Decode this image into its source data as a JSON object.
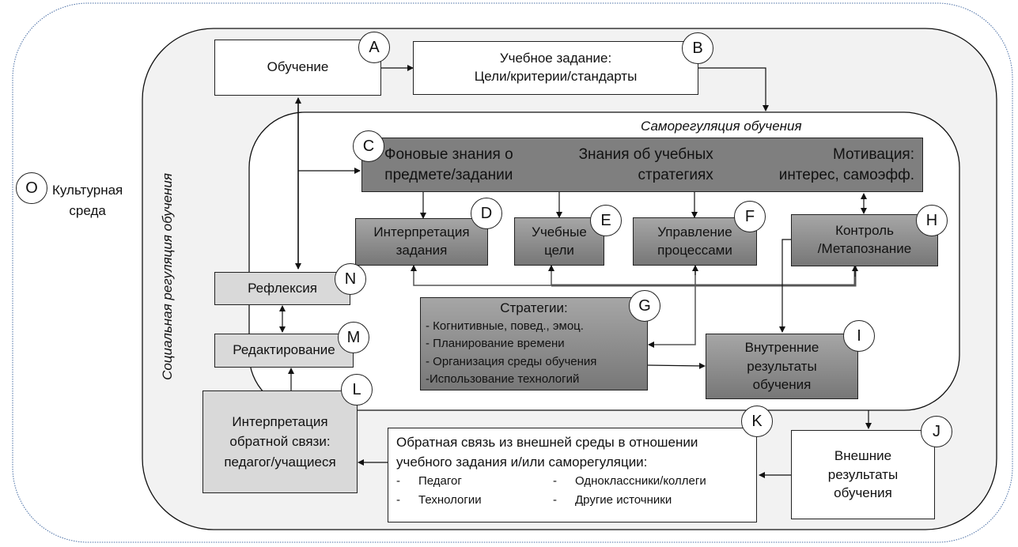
{
  "diagram": {
    "environment": {
      "badge": "O",
      "label_line1": "Культурная",
      "label_line2": "среда"
    },
    "social_regulation": {
      "label": "Социальная регуляция обучения"
    },
    "self_regulation": {
      "label": "Саморегуляция обучения"
    },
    "nodes": {
      "A": {
        "badge": "A",
        "text": "Обучение"
      },
      "B": {
        "badge": "B",
        "line1": "Учебное задание:",
        "line2": "Цели/критерии/стандарты"
      },
      "C": {
        "badge": "C",
        "col1_line1": "Фоновые знания о",
        "col1_line2": "предмете/задании",
        "col2_line1": "Знания об учебных",
        "col2_line2": "стратегиях",
        "col3_line1": "Мотивация:",
        "col3_line2": "интерес, самоэфф."
      },
      "D": {
        "badge": "D",
        "line1": "Интерпретация",
        "line2": "задания"
      },
      "E": {
        "badge": "E",
        "line1": "Учебные",
        "line2": "цели"
      },
      "F": {
        "badge": "F",
        "line1": "Управление",
        "line2": "процессами"
      },
      "G": {
        "badge": "G",
        "title": "Стратегии:",
        "items": [
          "- Когнитивные, повед., эмоц.",
          "- Планирование времени",
          "- Организация среды обучения",
          "-Использование технологий"
        ]
      },
      "H": {
        "badge": "H",
        "line1": "Контроль",
        "line2": "/Метапознание"
      },
      "I": {
        "badge": "I",
        "line1": "Внутренние",
        "line2": "результаты",
        "line3": "обучения"
      },
      "J": {
        "badge": "J",
        "line1": "Внешние",
        "line2": "результаты",
        "line3": "обучения"
      },
      "K": {
        "badge": "K",
        "line1": "Обратная связь из внешней среды в отношении",
        "line2": "учебного задания и/или саморегуляции:",
        "sources": [
          "Педагог",
          "Одноклассники/коллеги",
          "Технологии",
          "Другие источники"
        ],
        "bullet": "-"
      },
      "L": {
        "badge": "L",
        "line1": "Интерпретация",
        "line2": "обратной связи:",
        "line3": "педагог/учащиеся"
      },
      "M": {
        "badge": "M",
        "text": "Редактирование"
      },
      "N": {
        "badge": "N",
        "text": "Рефлексия"
      }
    }
  }
}
